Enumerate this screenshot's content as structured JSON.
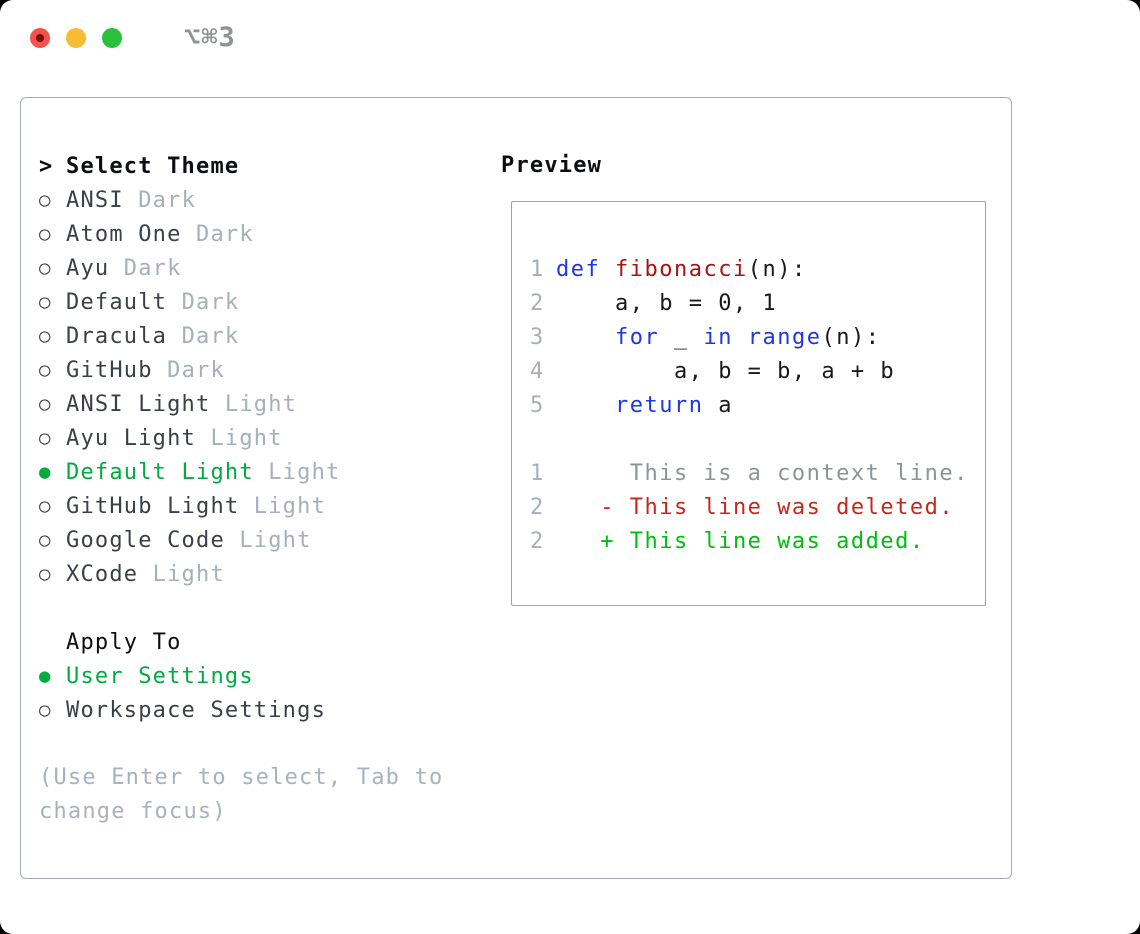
{
  "window": {
    "shortcut": "⌥⌘3",
    "traffic_lights": [
      "close",
      "minimize",
      "zoom"
    ]
  },
  "theme_panel": {
    "header": {
      "cursor": ">",
      "label": "Select Theme"
    },
    "unselected_bullet": "○",
    "selected_bullet": "●",
    "themes": [
      {
        "name": "ANSI",
        "tag": "Dark",
        "selected": false
      },
      {
        "name": "Atom One",
        "tag": "Dark",
        "selected": false
      },
      {
        "name": "Ayu",
        "tag": "Dark",
        "selected": false
      },
      {
        "name": "Default",
        "tag": "Dark",
        "selected": false
      },
      {
        "name": "Dracula",
        "tag": "Dark",
        "selected": false
      },
      {
        "name": "GitHub",
        "tag": "Dark",
        "selected": false
      },
      {
        "name": "ANSI Light",
        "tag": "Light",
        "selected": false
      },
      {
        "name": "Ayu Light",
        "tag": "Light",
        "selected": false
      },
      {
        "name": "Default Light",
        "tag": "Light",
        "selected": true
      },
      {
        "name": "GitHub Light",
        "tag": "Light",
        "selected": false
      },
      {
        "name": "Google Code",
        "tag": "Light",
        "selected": false
      },
      {
        "name": "XCode",
        "tag": "Light",
        "selected": false
      }
    ],
    "apply_to": {
      "label": "Apply To",
      "options": [
        {
          "name": "User Settings",
          "selected": true
        },
        {
          "name": "Workspace Settings",
          "selected": false
        }
      ]
    },
    "hint": "(Use Enter to select, Tab to change focus)"
  },
  "preview": {
    "label": "Preview",
    "code_lines": [
      {
        "num": "1",
        "segments": [
          {
            "t": "def",
            "c": "keyword"
          },
          {
            "t": " ",
            "c": "plain"
          },
          {
            "t": "fibonacci",
            "c": "function"
          },
          {
            "t": "(n):",
            "c": "plain"
          }
        ]
      },
      {
        "num": "2",
        "segments": [
          {
            "t": "    a, b = 0, 1",
            "c": "plain"
          }
        ]
      },
      {
        "num": "3",
        "segments": [
          {
            "t": "    ",
            "c": "plain"
          },
          {
            "t": "for",
            "c": "keyword"
          },
          {
            "t": " _ ",
            "c": "plain"
          },
          {
            "t": "in",
            "c": "keyword"
          },
          {
            "t": " ",
            "c": "plain"
          },
          {
            "t": "range",
            "c": "keyword"
          },
          {
            "t": "(n):",
            "c": "plain"
          }
        ]
      },
      {
        "num": "4",
        "segments": [
          {
            "t": "        a, b = b, a + b",
            "c": "plain"
          }
        ]
      },
      {
        "num": "5",
        "segments": [
          {
            "t": "    ",
            "c": "plain"
          },
          {
            "t": "return",
            "c": "keyword"
          },
          {
            "t": " a",
            "c": "plain"
          }
        ]
      },
      {
        "num": "",
        "segments": []
      },
      {
        "num": "1",
        "segments": [
          {
            "t": "     This is a context line.",
            "c": "context"
          }
        ]
      },
      {
        "num": "2",
        "segments": [
          {
            "t": "   - This line was deleted.",
            "c": "deleted"
          }
        ]
      },
      {
        "num": "2",
        "segments": [
          {
            "t": "   + This line was added.",
            "c": "added"
          }
        ]
      }
    ]
  },
  "colors": {
    "accent_green": "#00ab3f",
    "added_green": "#00bd0f",
    "deleted_red": "#c4271b",
    "context_gray": "#8e9299",
    "keyword_blue": "#1f36e3",
    "function_red": "#a81414",
    "code_black": "#16181c",
    "linenum_gray": "#a6afba",
    "name_dark": "#3b4048",
    "tag_gray": "#a6afba",
    "hint_gray": "#a9b2bc",
    "header_black": "#0c0e11",
    "panel_border": "#a3abb5",
    "box_border": "#9aa2ac",
    "traffic_red": "#f2524b",
    "traffic_red_dot": "#7c0f0b",
    "traffic_yellow": "#f8bc34",
    "traffic_green": "#2bc03c",
    "shortcut_gray": "#8e9196"
  }
}
